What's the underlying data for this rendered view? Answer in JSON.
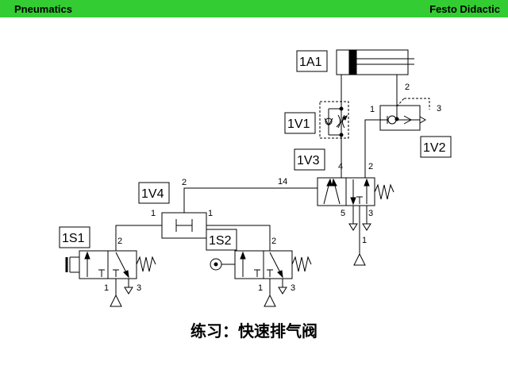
{
  "header": {
    "left": "Pneumatics",
    "right": "Festo Didactic"
  },
  "labels": {
    "a1": "1A1",
    "v1": "1V1",
    "v2": "1V2",
    "v3": "1V3",
    "v4": "1V4",
    "s1": "1S1",
    "s2": "1S2"
  },
  "ports": {
    "v2_1": "1",
    "v2_2": "2",
    "v2_3": "3",
    "v3_4": "4",
    "v3_2": "2",
    "v3_14": "14",
    "v3_5": "5",
    "v3_3": "3",
    "v3_1": "1",
    "v4_2": "2",
    "v4_1a": "1",
    "v4_1b": "1",
    "s1_2": "2",
    "s1_1": "1",
    "s1_3": "3",
    "s2_2": "2",
    "s2_1": "1",
    "s2_3": "3"
  },
  "caption": "练习：快速排气阀",
  "colors": {
    "header_bg": "#33cc33",
    "line": "#000000"
  }
}
